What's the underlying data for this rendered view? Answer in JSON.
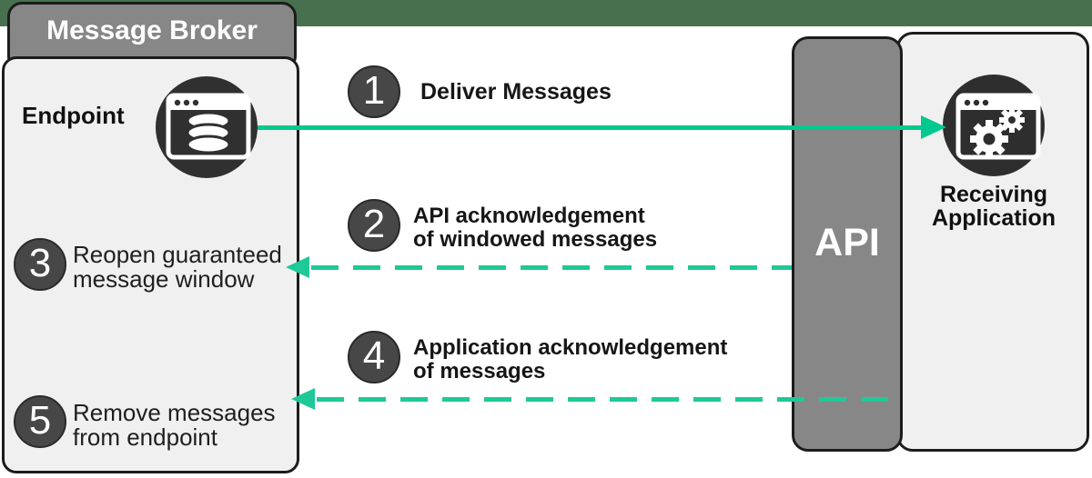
{
  "colors": {
    "accent_solid": "#00C98F",
    "accent_dashed": "#1FC897",
    "bottom_band": "#47714E",
    "box_fill": "#F0F0F0",
    "gray_fill": "#878787",
    "circle_fill": "#474747"
  },
  "message_broker": {
    "title": "Message Broker",
    "endpoint_label": "Endpoint",
    "icon": "database-window-icon",
    "steps": [
      {
        "number": "3",
        "line1": "Reopen guaranteed",
        "line2": "message window"
      },
      {
        "number": "5",
        "line1": "Remove messages",
        "line2": "from endpoint"
      }
    ]
  },
  "flows": [
    {
      "number": "1",
      "line1": "Deliver Messages",
      "line2": "",
      "style": "solid",
      "direction": "right"
    },
    {
      "number": "2",
      "line1": "API acknowledgement",
      "line2": "of windowed messages",
      "style": "dashed",
      "direction": "left"
    },
    {
      "number": "4",
      "line1": "Application acknowledgement",
      "line2": "of messages",
      "style": "dashed",
      "direction": "left"
    }
  ],
  "api": {
    "label": "API"
  },
  "receiving_application": {
    "line1": "Receiving",
    "line2": "Application",
    "icon": "gears-window-icon"
  }
}
